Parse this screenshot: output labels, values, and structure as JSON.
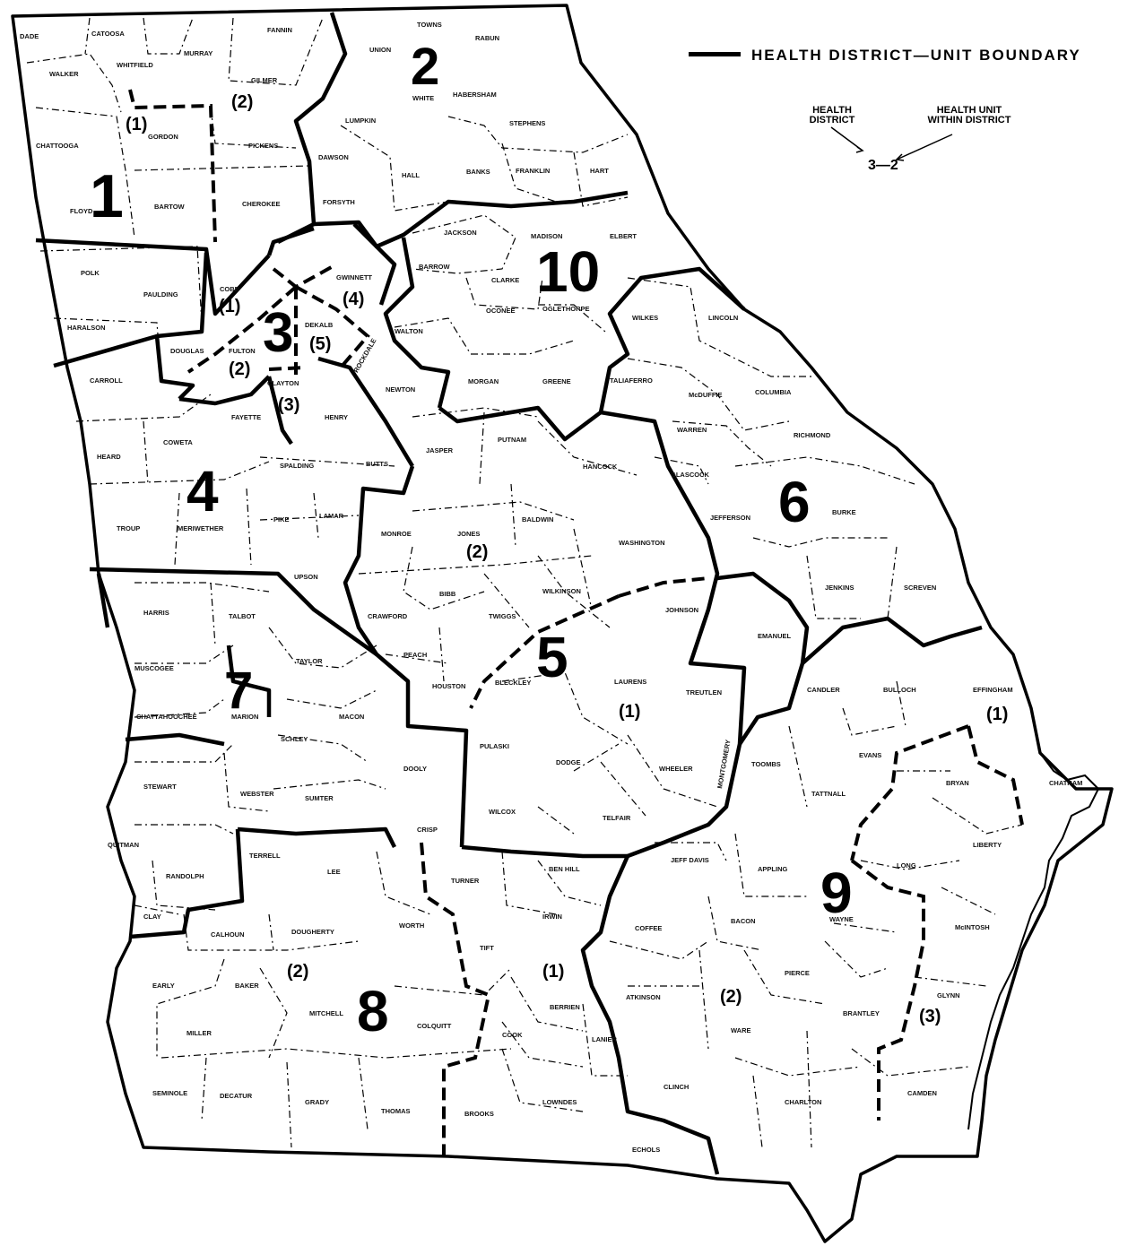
{
  "legend": {
    "boundary_label": "HEALTH DISTRICT—UNIT BOUNDARY",
    "district_label_line1": "HEALTH",
    "district_label_line2": "DISTRICT",
    "unit_label_line1": "HEALTH UNIT",
    "unit_label_line2": "WITHIN DISTRICT",
    "example": "3—2"
  },
  "districts": [
    "1",
    "2",
    "3",
    "4",
    "5",
    "6",
    "7",
    "8",
    "9",
    "10"
  ],
  "units": {
    "d1_u1": "(1)",
    "d1_u2": "(2)",
    "d3_u1": "(1)",
    "d3_u2": "(2)",
    "d3_u3": "(3)",
    "d3_u4": "(4)",
    "d3_u5": "(5)",
    "d5_u1": "(1)",
    "d5_u2": "(2)",
    "d8_u1": "(1)",
    "d8_u2": "(2)",
    "d9_u1": "(1)",
    "d9_u2": "(2)",
    "d9_u3": "(3)"
  },
  "counties": {
    "dade": "DADE",
    "catoosa": "CATOOSA",
    "whitfield": "WHITFIELD",
    "murray": "MURRAY",
    "fannin": "FANNIN",
    "towns": "TOWNS",
    "rabun": "RABUN",
    "walker": "WALKER",
    "gilmer": "GILMER",
    "union": "UNION",
    "white": "WHITE",
    "habersham": "HABERSHAM",
    "chattooga": "CHATTOOGA",
    "gordon": "GORDON",
    "pickens": "PICKENS",
    "lumpkin": "LUMPKIN",
    "stephens": "STEPHENS",
    "dawson": "DAWSON",
    "hall": "HALL",
    "banks": "BANKS",
    "franklin": "FRANKLIN",
    "hart": "HART",
    "floyd": "FLOYD",
    "bartow": "BARTOW",
    "cherokee": "CHEROKEE",
    "forsyth": "FORSYTH",
    "jackson": "JACKSON",
    "madison": "MADISON",
    "elbert": "ELBERT",
    "polk": "POLK",
    "paulding": "PAULDING",
    "cobb": "COBB",
    "gwinnett": "GWINNETT",
    "barrow": "BARROW",
    "clarke": "CLARKE",
    "oconee": "OCONEE",
    "oglethorpe": "OGLETHORPE",
    "wilkes": "WILKES",
    "lincoln": "LINCOLN",
    "haralson": "HARALSON",
    "douglas": "DOUGLAS",
    "fulton": "FULTON",
    "dekalb": "DEKALB",
    "rockdale": "ROCKDALE",
    "walton": "WALTON",
    "newton": "NEWTON",
    "morgan": "MORGAN",
    "greene": "GREENE",
    "taliaferro": "TALIAFERRO",
    "mcduffie": "McDUFFIE",
    "columbia": "COLUMBIA",
    "carroll": "CARROLL",
    "clayton": "CLAYTON",
    "henry": "HENRY",
    "fayette": "FAYETTE",
    "coweta": "COWETA",
    "heard": "HEARD",
    "spalding": "SPALDING",
    "butts": "BUTTS",
    "jasper": "JASPER",
    "putnam": "PUTNAM",
    "hancock": "HANCOCK",
    "warren": "WARREN",
    "richmond": "RICHMOND",
    "glascock": "GLASCOCK",
    "jefferson": "JEFFERSON",
    "burke": "BURKE",
    "troup": "TROUP",
    "meriwether": "MERIWETHER",
    "pike": "PIKE",
    "lamar": "LAMAR",
    "monroe": "MONROE",
    "jones": "JONES",
    "baldwin": "BALDWIN",
    "washington": "WASHINGTON",
    "upson": "UPSON",
    "bibb": "BIBB",
    "wilkinson": "WILKINSON",
    "twiggs": "TWIGGS",
    "jenkins": "JENKINS",
    "screven": "SCREVEN",
    "harris": "HARRIS",
    "talbot": "TALBOT",
    "crawford": "CRAWFORD",
    "johnson": "JOHNSON",
    "emanuel": "EMANUEL",
    "muscogee": "MUSCOGEE",
    "taylor": "TAYLOR",
    "peach": "PEACH",
    "houston": "HOUSTON",
    "bleckley": "BLECKLEY",
    "laurens": "LAURENS",
    "treutlen": "TREUTLEN",
    "candler": "CANDLER",
    "bulloch": "BULLOCH",
    "effingham": "EFFINGHAM",
    "chattahoochee": "CHATTAHOOCHEE",
    "marion": "MARION",
    "macon": "MACON",
    "schley": "SCHLEY",
    "dooly": "DOOLY",
    "pulaski": "PULASKI",
    "dodge": "DODGE",
    "wheeler": "WHEELER",
    "montgomery": "MONTGOMERY",
    "toombs": "TOOMBS",
    "evans": "EVANS",
    "tattnall": "TATTNALL",
    "bryan": "BRYAN",
    "chatham": "CHATHAM",
    "stewart": "STEWART",
    "webster": "WEBSTER",
    "sumter": "SUMTER",
    "crisp": "CRISP",
    "wilcox": "WILCOX",
    "telfair": "TELFAIR",
    "liberty": "LIBERTY",
    "quitman": "QUITMAN",
    "randolph": "RANDOLPH",
    "terrell": "TERRELL",
    "lee": "LEE",
    "turner": "TURNER",
    "ben_hill": "BEN HILL",
    "jeff_davis": "JEFF DAVIS",
    "appling": "APPLING",
    "long": "LONG",
    "clay": "CLAY",
    "calhoun": "CALHOUN",
    "dougherty": "DOUGHERTY",
    "worth": "WORTH",
    "tift": "TIFT",
    "irwin": "IRWIN",
    "coffee": "COFFEE",
    "bacon": "BACON",
    "wayne": "WAYNE",
    "mcintosh": "McINTOSH",
    "early": "EARLY",
    "baker": "BAKER",
    "mitchell": "MITCHELL",
    "berrien": "BERRIEN",
    "atkinson": "ATKINSON",
    "pierce": "PIERCE",
    "brantley": "BRANTLEY",
    "glynn": "GLYNN",
    "miller": "MILLER",
    "colquitt": "COLQUITT",
    "cook": "COOK",
    "lanier": "LANIER",
    "ware": "WARE",
    "clinch": "CLINCH",
    "charlton": "CHARLTON",
    "camden": "CAMDEN",
    "seminole": "SEMINOLE",
    "decatur": "DECATUR",
    "grady": "GRADY",
    "thomas": "THOMAS",
    "brooks": "BROOKS",
    "lowndes": "LOWNDES",
    "echols": "ECHOLS"
  }
}
